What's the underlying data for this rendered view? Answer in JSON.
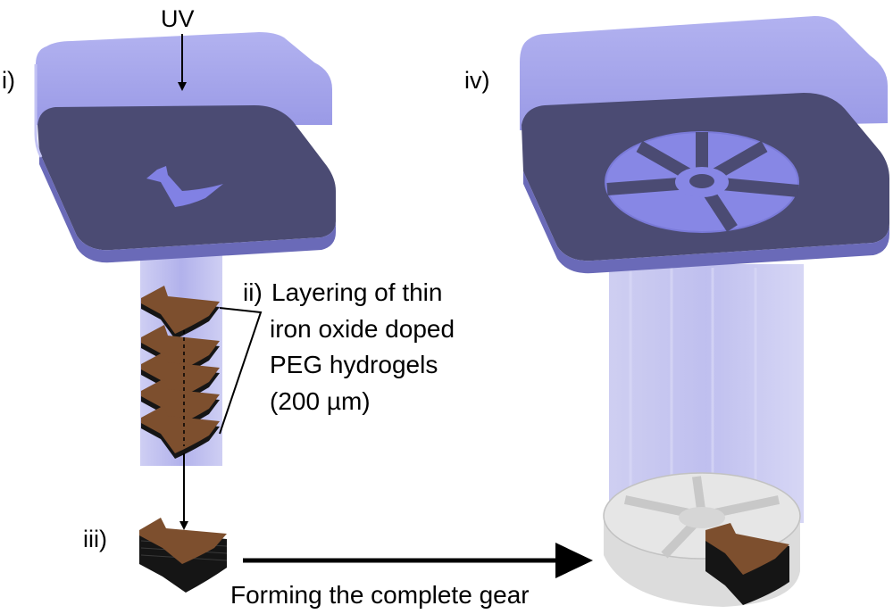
{
  "labels": {
    "uv": "UV",
    "step1": "i)",
    "step2_prefix": "ii)",
    "step2_lines": [
      "Layering of thin",
      "iron oxide doped",
      "PEG hydrogels",
      "(200 µm)"
    ],
    "step3": "iii)",
    "step4": "iv)",
    "arrow_caption": "Forming the complete gear"
  },
  "colors": {
    "mask_light": "#a8a8ef",
    "mask_dark": "#4a4a72",
    "mask_side": "#6e6ebf",
    "beam": "#b9b9ee",
    "slot": "#8888e6",
    "hydrogel_top": "#7d4f2e",
    "hydrogel_edge": "#151515",
    "gear_grey": "#d3d3d3"
  }
}
